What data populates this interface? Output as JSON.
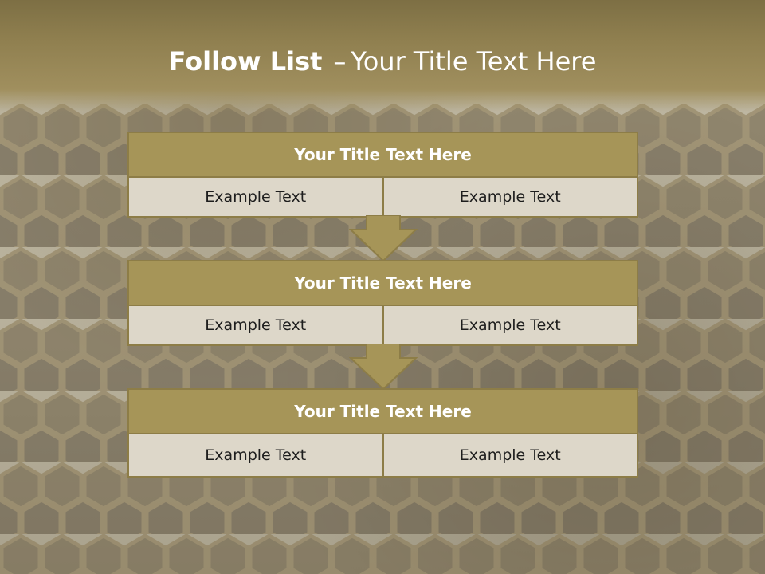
{
  "slide": {
    "title_bold": "Follow List",
    "title_separator": "–",
    "title_rest": "Your Title Text Here"
  },
  "steps": [
    {
      "title": "Your Title Text Here",
      "left": "Example Text",
      "right": "Example Text"
    },
    {
      "title": "Your Title Text Here",
      "left": "Example Text",
      "right": "Example Text"
    },
    {
      "title": "Your Title Text Here",
      "left": "Example Text",
      "right": "Example Text"
    }
  ],
  "colors": {
    "header": "#8f7f4f",
    "title_fill": "#a69558",
    "cell_fill": "#ddd7c9",
    "border": "#8d7d47"
  }
}
